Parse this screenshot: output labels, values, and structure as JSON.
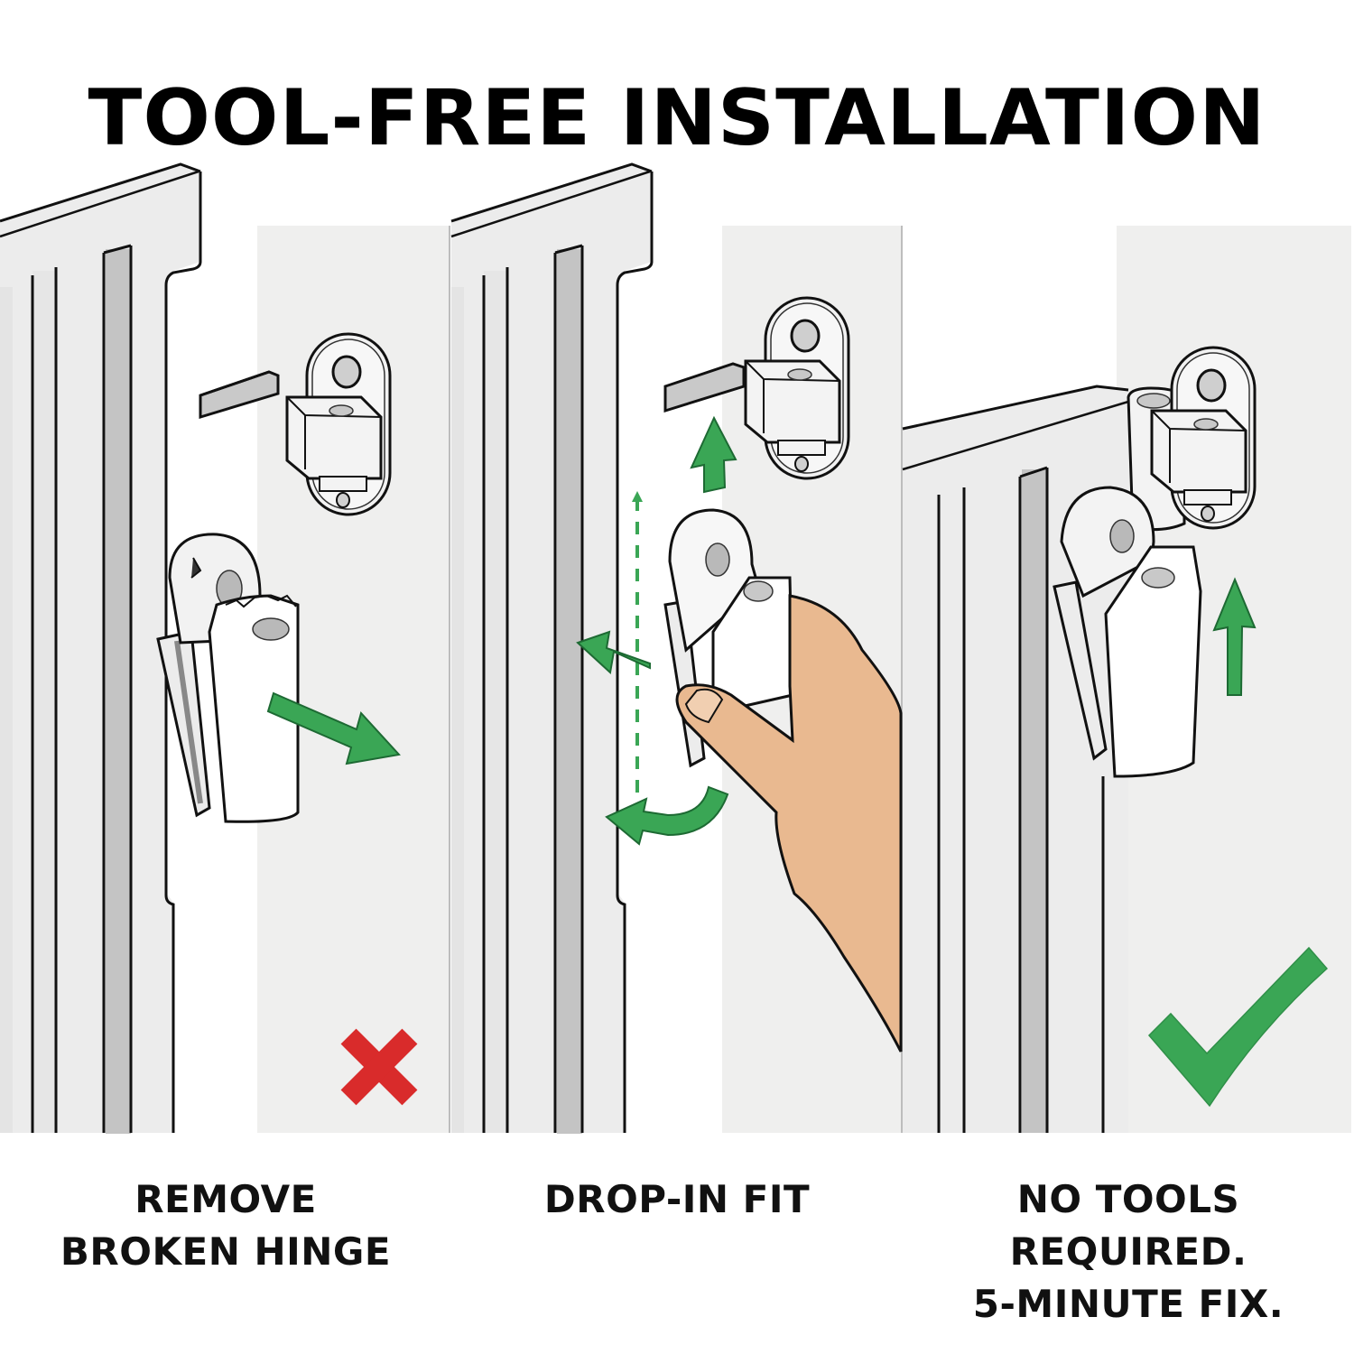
{
  "title": "TOOL-FREE INSTALLATION",
  "colors": {
    "background": "#ffffff",
    "wall": "#efefee",
    "gate": "#ebebeb",
    "gate_shadow": "#c4c4c4",
    "outline": "#111111",
    "arrow_green": "#3aa655",
    "cross_red": "#d92b2b",
    "skin": "#e9b990"
  },
  "steps": [
    {
      "id": "step-1",
      "caption_lines": [
        "REMOVE",
        "BROKEN HINGE"
      ],
      "status_icon": "red-x-icon",
      "arrows": [
        "arrow-right-down-icon"
      ],
      "illustration": "broken hinge being pulled away from gate frame"
    },
    {
      "id": "step-2",
      "caption_lines": [
        "DROP-IN FIT"
      ],
      "status_icon": null,
      "arrows": [
        "arrow-up-icon",
        "arrow-up-left-icon",
        "curved-arrow-left-icon",
        "dashed-guide-line"
      ],
      "illustration": "hand inserting new hinge onto gate frame"
    },
    {
      "id": "step-3",
      "caption_lines": [
        "NO TOOLS",
        "REQUIRED.",
        "5-MINUTE FIX."
      ],
      "status_icon": "green-check-icon",
      "arrows": [
        "arrow-up-icon"
      ],
      "illustration": "new hinge installed on wall bracket"
    }
  ]
}
